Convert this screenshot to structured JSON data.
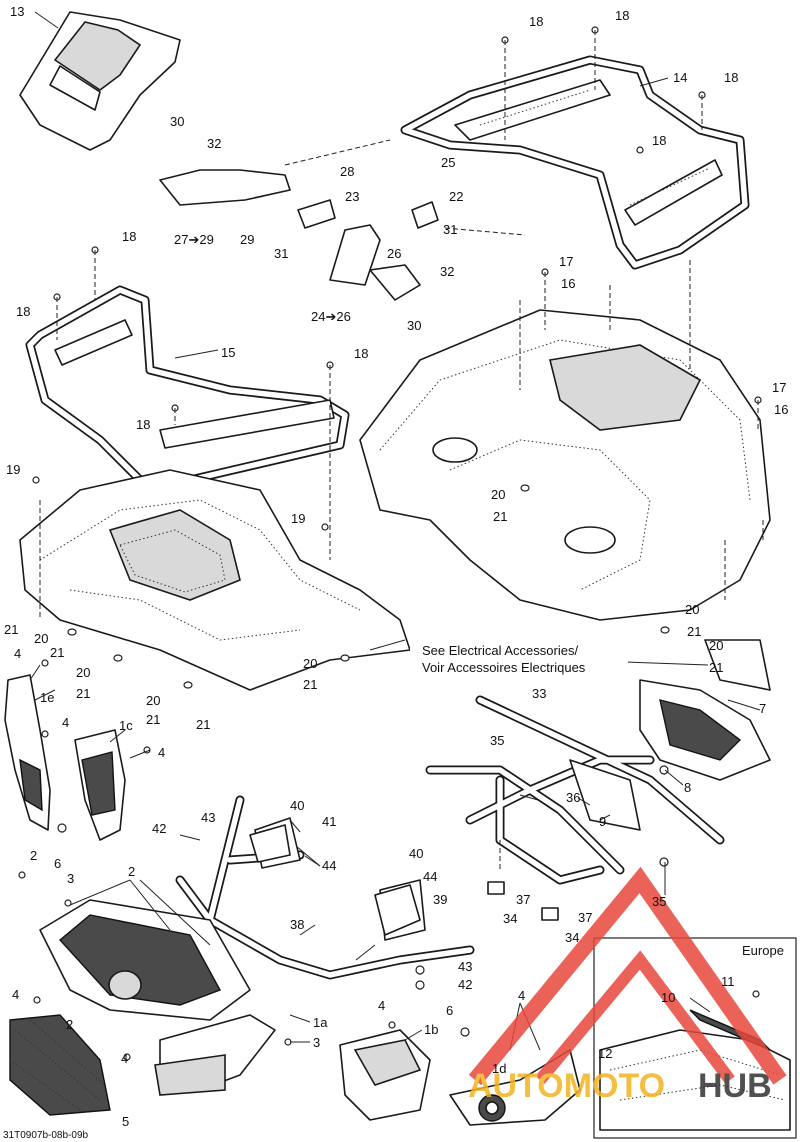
{
  "diagram": {
    "reference_code": "31T0907b-08b-09b",
    "note_line1": "See Electrical Accessories/",
    "note_line2": "Voir Accessoires Electriques",
    "inset_title": "Europe",
    "callouts": {
      "c13": "13",
      "c14": "14",
      "c15": "15",
      "c18a": "18",
      "c18b": "18",
      "c18c": "18",
      "c18d": "18",
      "c18e": "18",
      "c18f": "18",
      "c18g": "18",
      "c18h": "18",
      "c30a": "30",
      "c32a": "32",
      "c28": "28",
      "c25": "25",
      "c22": "22",
      "c23": "23",
      "c27": "27➔29",
      "c29": "29",
      "c31a": "31",
      "c31b": "31",
      "c26": "26",
      "c24": "24➔26",
      "c32b": "32",
      "c30b": "30",
      "c17a": "17",
      "c16a": "16",
      "c17b": "17",
      "c16b": "16",
      "c19a": "19",
      "c19b": "19",
      "c20a": "20",
      "c21a": "21",
      "c20b": "20",
      "c21b": "21",
      "c21c": "21",
      "c20c": "20",
      "c21d": "21",
      "c20d": "20",
      "c21e": "21",
      "c20e": "20",
      "c21f": "21",
      "c21g": "21",
      "c20f": "20",
      "c21h": "21",
      "c20g": "20",
      "c21i": "21",
      "c4a": "4",
      "c1e": "1e",
      "c4b": "4",
      "c1c": "1c",
      "c4c": "4",
      "c6a": "6",
      "c33": "33",
      "c35a": "35",
      "c7": "7",
      "c8": "8",
      "c36": "36",
      "c9": "9",
      "c35b": "35",
      "c43a": "43",
      "c40a": "40",
      "c41": "41",
      "c42a": "42",
      "c44a": "44",
      "c2a": "2",
      "c3a": "3",
      "c2b": "2",
      "c40b": "40",
      "c44b": "44",
      "c39": "39",
      "c37a": "37",
      "c34a": "34",
      "c37b": "37",
      "c34b": "34",
      "c38": "38",
      "c43b": "43",
      "c42b": "42",
      "c4d": "4",
      "c2c": "2",
      "c4e": "4",
      "c1a": "1a",
      "c3b": "3",
      "c4f": "4",
      "c1b": "1b",
      "c6b": "6",
      "c4g": "4",
      "c1d": "1d",
      "c5": "5",
      "c11": "11",
      "c10": "10",
      "c12": "12"
    },
    "watermark": {
      "text_part1": "AUTOMOTO",
      "text_part2": "HUB",
      "color_red": "#e8473c",
      "color_orange": "#f2b320",
      "color_dark": "#333333"
    }
  }
}
